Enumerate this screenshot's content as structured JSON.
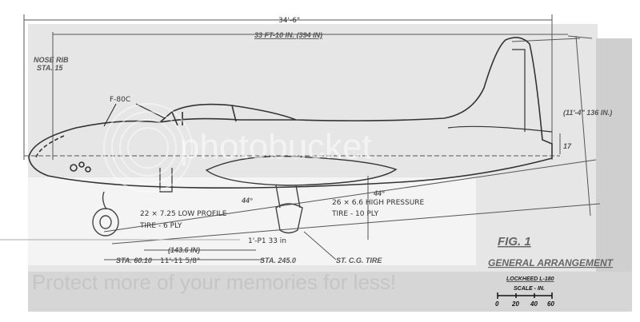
{
  "drawing": {
    "overall_length": "34'-6\"",
    "fuselage_length": "33 FT-10 IN. (394 IN)",
    "nose_station": [
      "NOSE RIB",
      "STA. 15"
    ],
    "variant_label": "F-80C",
    "height_label": "(11'-4\" 136 IN.)",
    "tail_dim": "17",
    "nose_gear_tire": [
      "22 × 7.25 LOW PROFILE",
      "TIRE - 6 PLY"
    ],
    "main_gear_tire": [
      "26 × 6.6 HIGH PRESSURE",
      "TIRE - 10 PLY"
    ],
    "angle_left": "44°",
    "angle_right": "44°",
    "wheelbase": "11'-11 5/8\"",
    "wheelbase_in": "(143.6 IN)",
    "gear_dim": "1'-P1  33 in",
    "station_left": "STA. 60.10",
    "station_right": "STA. 245.0",
    "cg_tire": "ST. C.G. TIRE"
  },
  "title_block": {
    "figure": "FIG. 1",
    "title": "GENERAL ARRANGEMENT",
    "subtitle": "LOCKHEED L-180",
    "scale_label": "SCALE - IN.",
    "scale_ticks": [
      "0",
      "20",
      "40",
      "60"
    ]
  },
  "watermark": {
    "logo": "photobucket",
    "banner": "Protect more of your memories for less!"
  }
}
